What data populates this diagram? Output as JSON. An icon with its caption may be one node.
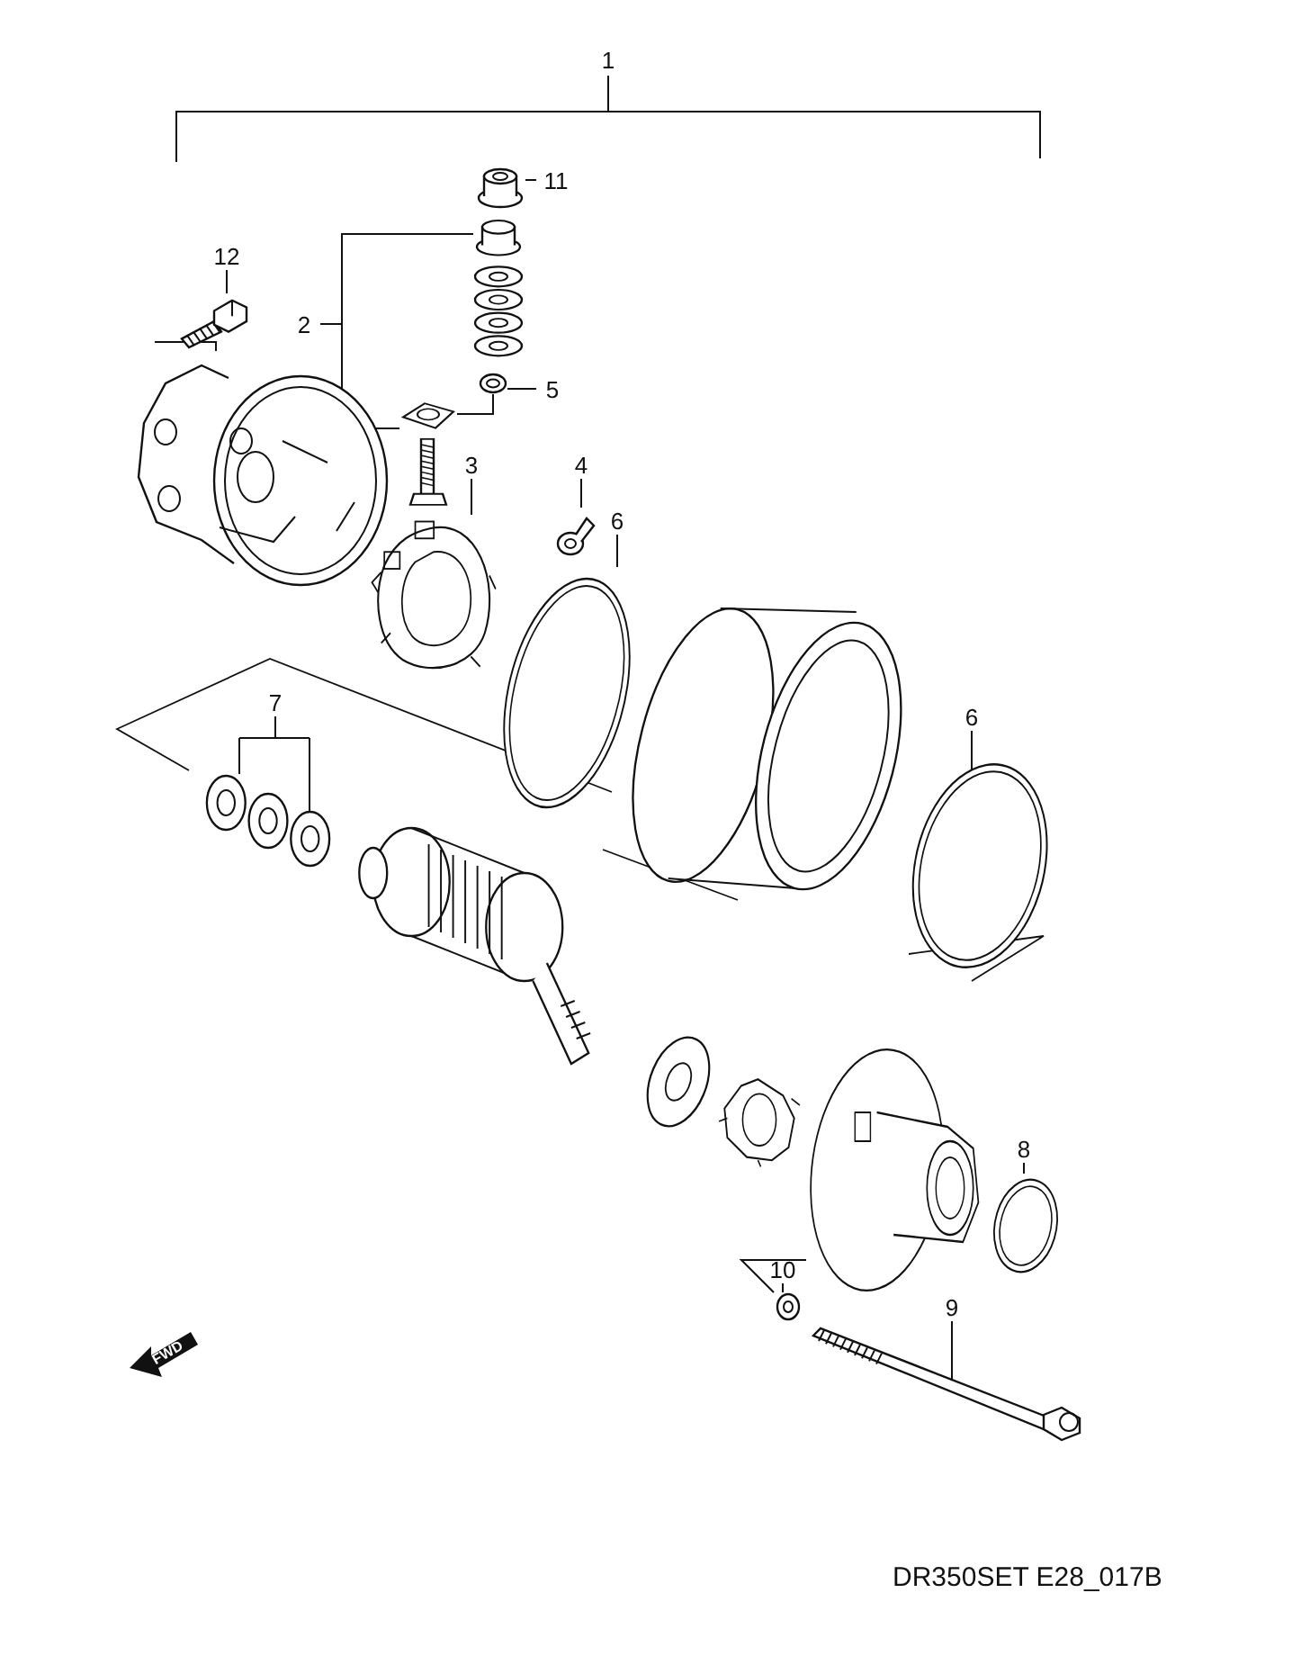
{
  "diagram": {
    "nodes": [
      {
        "text": [
          "1"
        ]
      },
      {
        "text": [
          "11"
        ]
      },
      {
        "text": [],
        "shape": "picture"
      },
      {
        "text": [
          "12"
        ]
      },
      {
        "text": [
          "2"
        ]
      },
      {
        "text": [],
        "shape": "picture"
      },
      {
        "text": [],
        "shape": "picture"
      },
      {
        "text": [
          "5"
        ]
      },
      {
        "text": [],
        "shape": "picture"
      },
      {
        "text": [],
        "shape": "picture"
      },
      {
        "text": [],
        "shape": "picture"
      },
      {
        "text": [
          "3"
        ]
      },
      {
        "text": [
          "4"
        ]
      },
      {
        "text": [
          "6"
        ]
      },
      {
        "text": [],
        "shape": "picture"
      },
      {
        "text": [],
        "shape": "picture"
      },
      {
        "text": [],
        "shape": "picture"
      },
      {
        "text": [
          "7"
        ]
      },
      {
        "text": [],
        "shape": "picture"
      },
      {
        "text": [
          "6"
        ]
      },
      {
        "text": [],
        "shape": "picture"
      },
      {
        "text": [],
        "shape": "picture"
      },
      {
        "text": [],
        "shape": "picture"
      },
      {
        "text": [],
        "shape": "picture"
      },
      {
        "text": [],
        "shape": "picture"
      },
      {
        "text": [],
        "shape": "picture"
      },
      {
        "text": [
          "8"
        ]
      },
      {
        "text": [],
        "shape": "picture"
      },
      {
        "text": [
          "10"
        ]
      },
      {
        "text": [],
        "shape": "picture"
      },
      {
        "text": [
          "9"
        ]
      },
      {
        "text": [],
        "shape": "picture"
      }
    ],
    "edges": [
      {
        "from": 1,
        "to": 2,
        "arrow": "none"
      },
      {
        "from": 3,
        "to": 6,
        "arrow": "none"
      },
      {
        "from": 7,
        "to": 8,
        "arrow": "none"
      },
      {
        "from": 11,
        "to": 14,
        "arrow": "none"
      },
      {
        "from": 12,
        "to": 15,
        "arrow": "none"
      },
      {
        "from": 13,
        "to": 16,
        "arrow": "none"
      },
      {
        "from": 19,
        "to": 21,
        "arrow": "none"
      },
      {
        "from": 26,
        "to": 27,
        "arrow": "none"
      },
      {
        "from": 28,
        "to": 29,
        "arrow": "none"
      },
      {
        "from": 30,
        "to": 31,
        "arrow": "none"
      },
      {
        "from": 6,
        "to": 9,
        "arrow": "none"
      },
      {
        "from": 8,
        "to": 10,
        "arrow": "none"
      },
      {
        "from": 29,
        "to": 25,
        "arrow": "none"
      }
    ],
    "labels": [
      "FWD",
      "DR350SET E28_017B"
    ]
  }
}
